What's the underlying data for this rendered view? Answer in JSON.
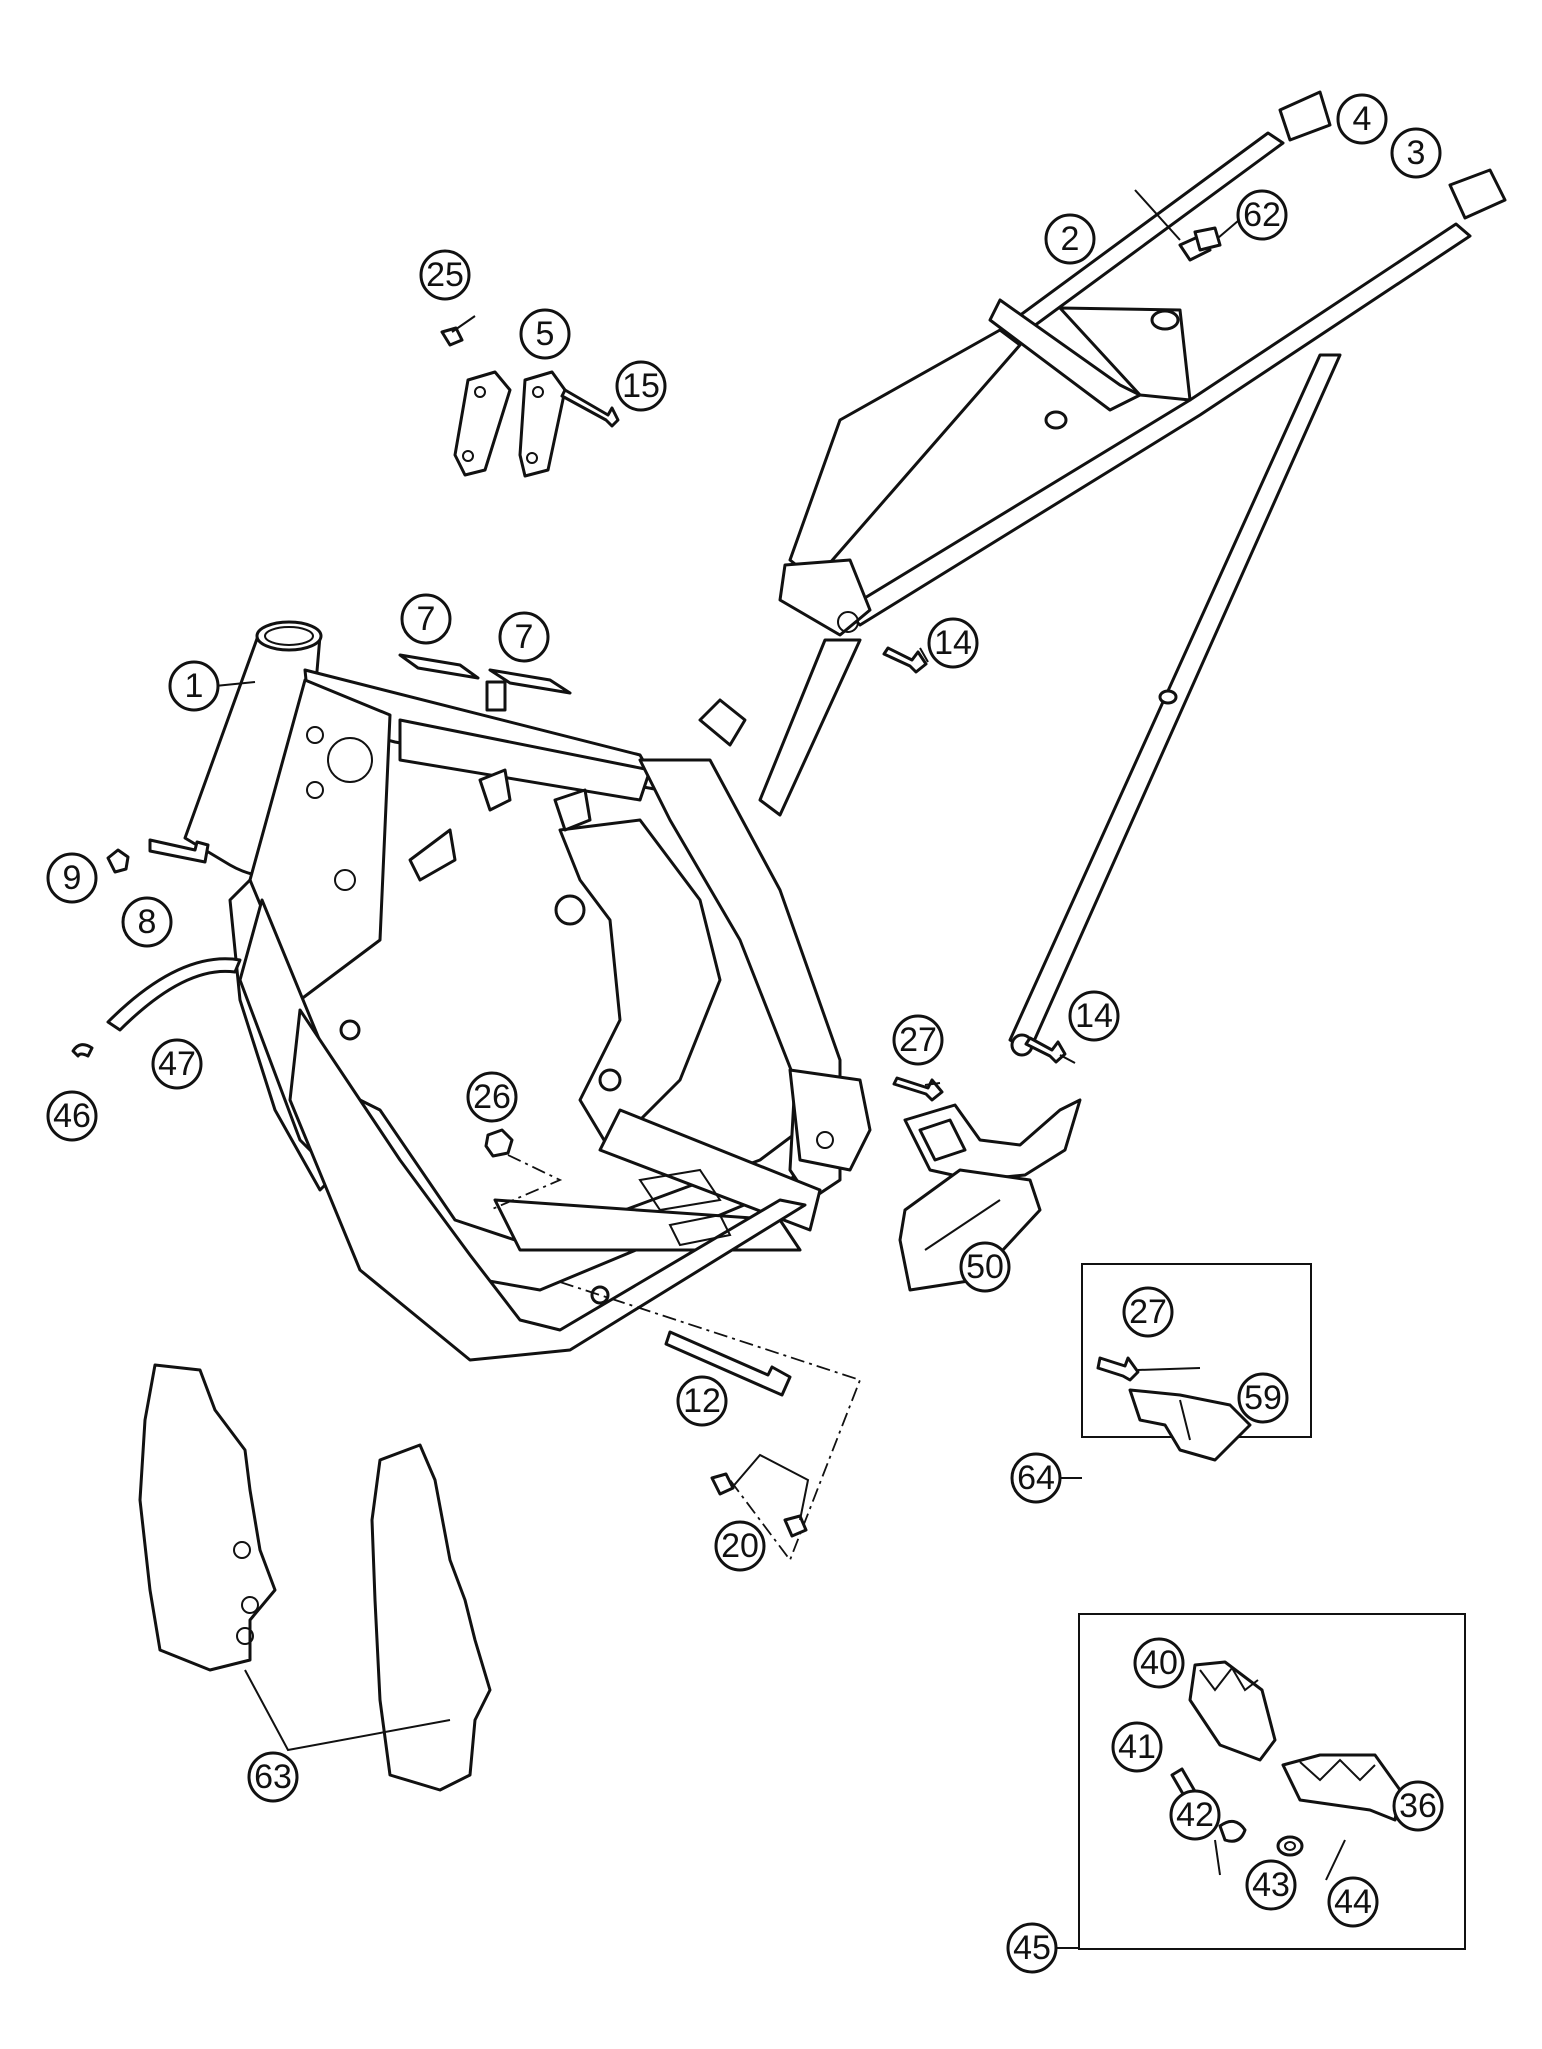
{
  "callouts": {
    "c1": "1",
    "c2": "2",
    "c3": "3",
    "c4": "4",
    "c5": "5",
    "c7a": "7",
    "c7b": "7",
    "c8": "8",
    "c9": "9",
    "c12": "12",
    "c14a": "14",
    "c14b": "14",
    "c15": "15",
    "c20": "20",
    "c25": "25",
    "c26": "26",
    "c27a": "27",
    "c27b": "27",
    "c36": "36",
    "c40": "40",
    "c41": "41",
    "c42": "42",
    "c43": "43",
    "c44": "44",
    "c45": "45",
    "c46": "46",
    "c47": "47",
    "c50": "50",
    "c59": "59",
    "c62": "62",
    "c63": "63",
    "c64": "64"
  }
}
